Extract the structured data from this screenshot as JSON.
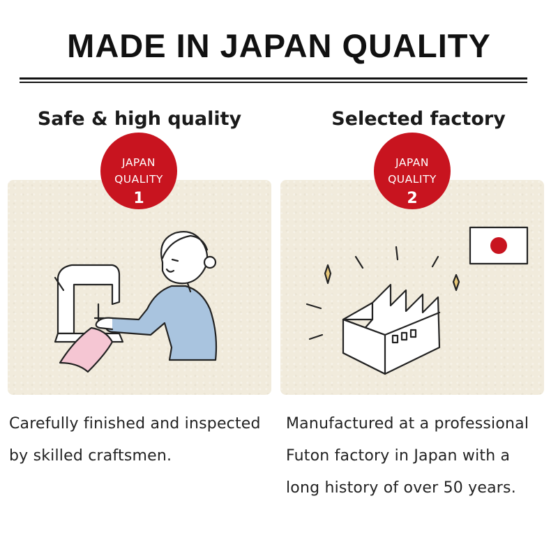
{
  "title": "MADE IN JAPAN QUALITY",
  "features": [
    {
      "heading": "Safe & high quality",
      "badge": {
        "line1": "JAPAN",
        "line2": "QUALITY",
        "number": "1"
      },
      "description_lines": [
        "Carefully finished and inspected",
        "by skilled craftsmen."
      ],
      "illustration": "person-sewing-machine-icon"
    },
    {
      "heading": "Selected factory",
      "badge": {
        "line1": "JAPAN",
        "line2": "QUALITY",
        "number": "2"
      },
      "description_lines": [
        "Manufactured at a professional",
        "Futon factory in Japan with a",
        "long history of over 50 years."
      ],
      "illustration": "factory-icon"
    }
  ],
  "colors": {
    "badge_red": "#c8141f",
    "panel_beige": "#f1ebdc",
    "text_dark": "#111111"
  }
}
